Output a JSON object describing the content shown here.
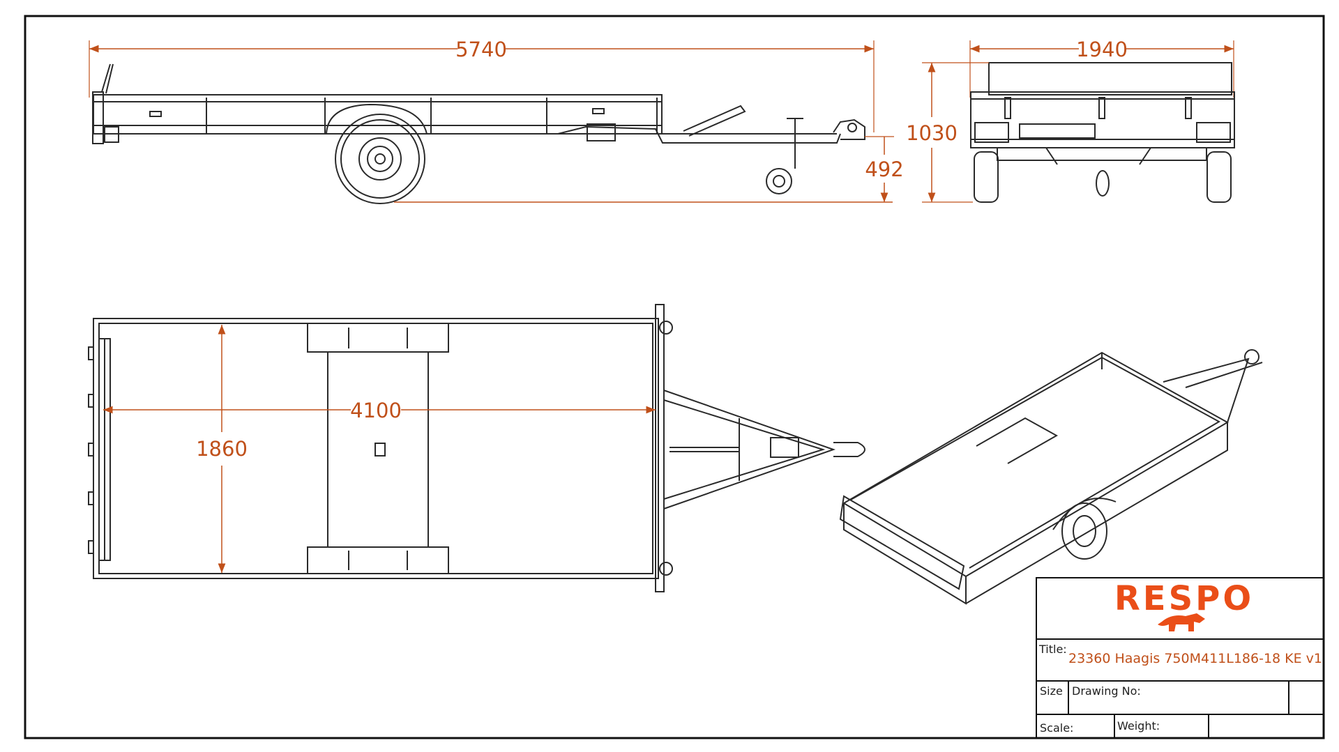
{
  "drawing": {
    "dimensions": {
      "overall_length": "5740",
      "overall_width": "1940",
      "overall_height": "1030",
      "coupling_height": "492",
      "inner_length": "4100",
      "inner_width": "1860"
    },
    "title_block": {
      "brand": "RESPO",
      "title_label": "Title:",
      "title_value": "23360 Haagis 750M411L186-18 KE v1",
      "size_label": "Size",
      "drawing_no_label": "Drawing No:",
      "scale_label": "Scale:",
      "weight_label": "Weight:"
    },
    "colors": {
      "line": "#2a2a2a",
      "dimension": "#c0501a",
      "brand": "#ea4e18"
    }
  }
}
